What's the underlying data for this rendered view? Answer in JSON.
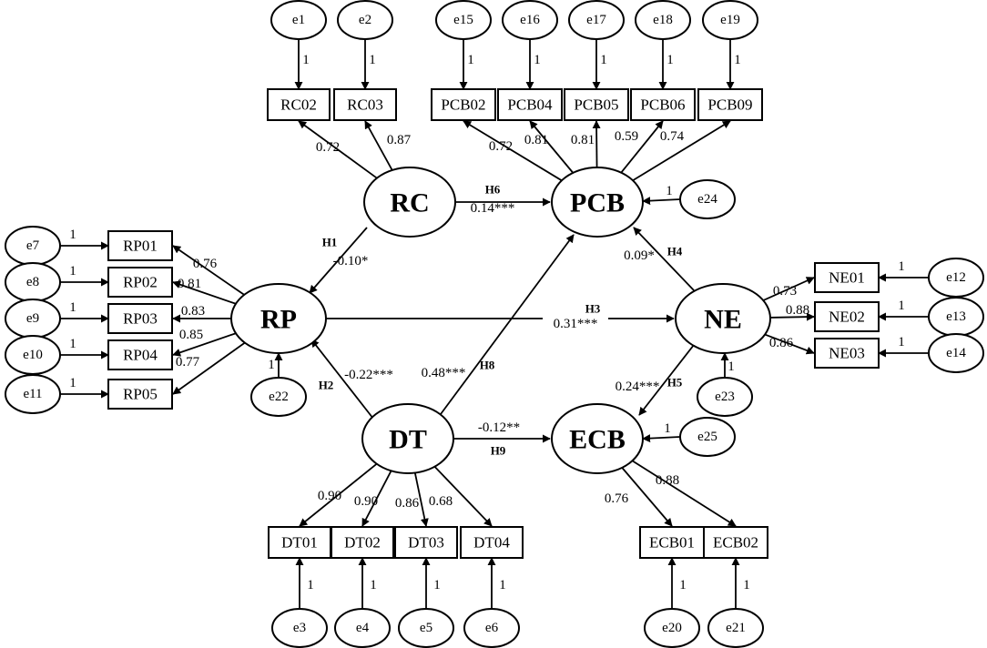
{
  "latents": [
    {
      "id": "RC",
      "label": "RC"
    },
    {
      "id": "PCB",
      "label": "PCB"
    },
    {
      "id": "RP",
      "label": "RP"
    },
    {
      "id": "NE",
      "label": "NE"
    },
    {
      "id": "DT",
      "label": "DT"
    },
    {
      "id": "ECB",
      "label": "ECB"
    }
  ],
  "indicators": [
    {
      "id": "RC02",
      "label": "RC02",
      "latent": "RC",
      "loading": "0.72",
      "error": "e1"
    },
    {
      "id": "RC03",
      "label": "RC03",
      "latent": "RC",
      "loading": "0.87",
      "error": "e2"
    },
    {
      "id": "PCB02",
      "label": "PCB02",
      "latent": "PCB",
      "loading": "0.72",
      "error": "e15"
    },
    {
      "id": "PCB04",
      "label": "PCB04",
      "latent": "PCB",
      "loading": "0.81",
      "error": "e16"
    },
    {
      "id": "PCB05",
      "label": "PCB05",
      "latent": "PCB",
      "loading": "0.81",
      "error": "e17"
    },
    {
      "id": "PCB06",
      "label": "PCB06",
      "latent": "PCB",
      "loading": "0.59",
      "error": "e18"
    },
    {
      "id": "PCB09",
      "label": "PCB09",
      "latent": "PCB",
      "loading": "0.74",
      "error": "e19"
    },
    {
      "id": "RP01",
      "label": "RP01",
      "latent": "RP",
      "loading": "0.76",
      "error": "e7"
    },
    {
      "id": "RP02",
      "label": "RP02",
      "latent": "RP",
      "loading": "0.81",
      "error": "e8"
    },
    {
      "id": "RP03",
      "label": "RP03",
      "latent": "RP",
      "loading": "0.83",
      "error": "e9"
    },
    {
      "id": "RP04",
      "label": "RP04",
      "latent": "RP",
      "loading": "0.85",
      "error": "e10"
    },
    {
      "id": "RP05",
      "label": "RP05",
      "latent": "RP",
      "loading": "0.77",
      "error": "e11"
    },
    {
      "id": "NE01",
      "label": "NE01",
      "latent": "NE",
      "loading": "0.73",
      "error": "e12"
    },
    {
      "id": "NE02",
      "label": "NE02",
      "latent": "NE",
      "loading": "0.88",
      "error": "e13"
    },
    {
      "id": "NE03",
      "label": "NE03",
      "latent": "NE",
      "loading": "0.86",
      "error": "e14"
    },
    {
      "id": "DT01",
      "label": "DT01",
      "latent": "DT",
      "loading": "0.90",
      "error": "e3"
    },
    {
      "id": "DT02",
      "label": "DT02",
      "latent": "DT",
      "loading": "0.90",
      "error": "e4"
    },
    {
      "id": "DT03",
      "label": "DT03",
      "latent": "DT",
      "loading": "0.86",
      "error": "e5"
    },
    {
      "id": "DT04",
      "label": "DT04",
      "latent": "DT",
      "loading": "0.68",
      "error": "e6"
    },
    {
      "id": "ECB01",
      "label": "ECB01",
      "latent": "ECB",
      "loading": "0.76",
      "error": "e20"
    },
    {
      "id": "ECB02",
      "label": "ECB02",
      "latent": "ECB",
      "loading": "0.88",
      "error": "e21"
    }
  ],
  "structural_disturbances": [
    {
      "label": "e22",
      "latent": "RP"
    },
    {
      "label": "e23",
      "latent": "NE"
    },
    {
      "label": "e24",
      "latent": "PCB"
    },
    {
      "label": "e25",
      "latent": "ECB"
    }
  ],
  "error_weight": "1",
  "paths": [
    {
      "hypothesis": "H1",
      "from": "RC",
      "to": "RP",
      "coef": "-0.10*"
    },
    {
      "hypothesis": "H2",
      "from": "DT",
      "to": "RP",
      "coef": "-0.22***"
    },
    {
      "hypothesis": "H3",
      "from": "RP",
      "to": "NE",
      "coef": "0.31***"
    },
    {
      "hypothesis": "H4",
      "from": "NE",
      "to": "PCB",
      "coef": "0.09*"
    },
    {
      "hypothesis": "H5",
      "from": "NE",
      "to": "ECB",
      "coef": "0.24***"
    },
    {
      "hypothesis": "H6",
      "from": "RC",
      "to": "PCB",
      "coef": "0.14***"
    },
    {
      "hypothesis": "H8",
      "from": "DT",
      "to": "PCB",
      "coef": "0.48***"
    },
    {
      "hypothesis": "H9",
      "from": "DT",
      "to": "ECB",
      "coef": "-0.12**"
    }
  ]
}
